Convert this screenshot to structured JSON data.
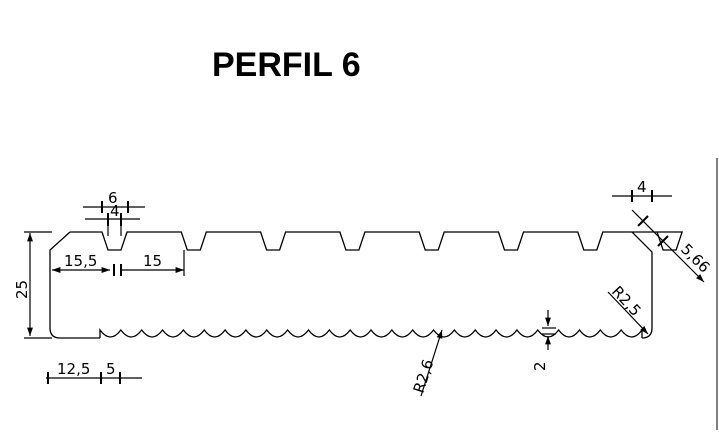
{
  "title": "PERFIL 6",
  "dimensions": {
    "top_slot_outer_width": "6",
    "top_slot_inner_width": "4",
    "first_slot_offset": "15,5",
    "slot_pitch": "15",
    "profile_height": "25",
    "bottom_pitch_a": "12,5",
    "bottom_pitch_b": "5",
    "bottom_wave_radius": "R2,6",
    "bottom_wave_depth": "2",
    "corner_radius": "R2,5",
    "chamfer_length": "5,66",
    "chamfer_width": "4"
  },
  "profile": {
    "top_slot_count": 8,
    "bottom_wave_count": 26
  }
}
